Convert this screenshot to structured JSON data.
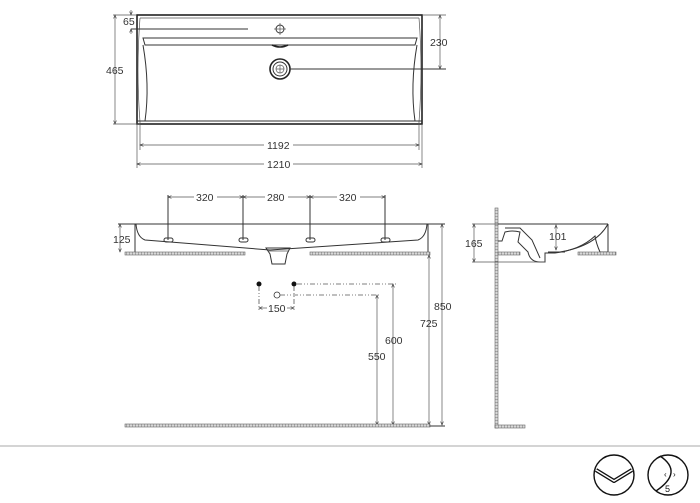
{
  "drawing": {
    "type": "technical-drawing",
    "subject": "wall-mounted washbasin",
    "line_color": "#333333",
    "hatch_color": "#777777",
    "separator_color": "#bbbbbb"
  },
  "top_view": {
    "dims": {
      "rim_to_tap_hole": "65",
      "depth": "465",
      "waste_from_back": "230",
      "inner_width": "1192",
      "overall_width": "1210"
    }
  },
  "front_view": {
    "dims": {
      "spacing_left": "320",
      "spacing_center": "280",
      "spacing_right": "320",
      "height": "125"
    }
  },
  "side_view": {
    "dims": {
      "height": "165",
      "bowl_depth": "101"
    }
  },
  "installation": {
    "dims": {
      "supply_spacing": "150",
      "waste_height": "550",
      "supply_height": "600",
      "underside_height": "725",
      "rim_height": "850"
    }
  },
  "footer": {
    "symbols": [
      {
        "name": "basin-shape-symbol",
        "label": ""
      },
      {
        "name": "cleaning-symbol",
        "label": "5"
      }
    ]
  }
}
